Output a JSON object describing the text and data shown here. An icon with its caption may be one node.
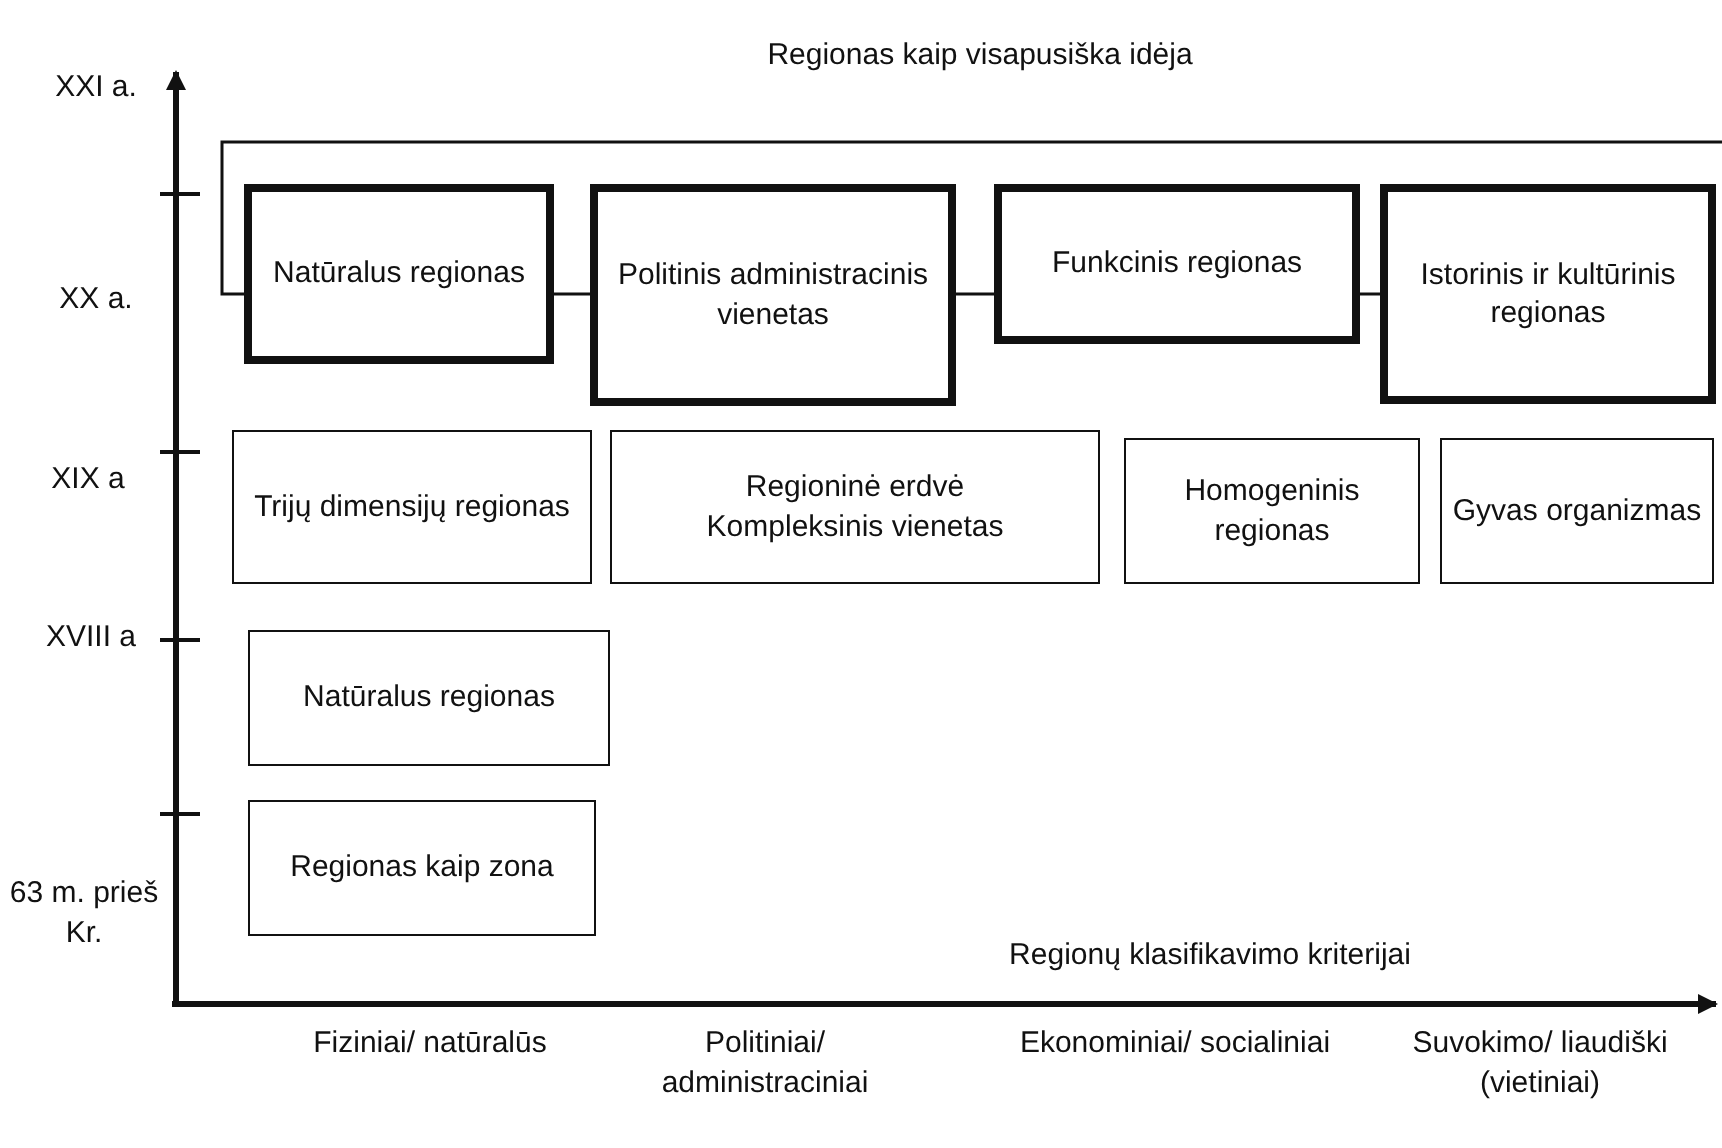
{
  "diagram": {
    "nodes": [
      {
        "text": [
          "Regionas kaip visapusiška idėja"
        ]
      },
      {
        "text": [
          "Natūralus regionas"
        ],
        "in": 0
      },
      {
        "text": [
          "Politinis administracinis vienetas"
        ],
        "in": 0
      },
      {
        "text": [
          "Funkcinis regionas"
        ],
        "in": 0
      },
      {
        "text": [
          "Istorinis ir kultūrinis regionas"
        ],
        "in": 0
      },
      {
        "text": [
          "Trijų dimensijų regionas"
        ]
      },
      {
        "text": [
          "Regioninė erdvė",
          "Kompleksinis vienetas"
        ]
      },
      {
        "text": [
          "Homogeninis regionas"
        ]
      },
      {
        "text": [
          "Gyvas organizmas"
        ]
      },
      {
        "text": [
          "Natūralus regionas"
        ]
      },
      {
        "text": [
          "Regionas kaip zona"
        ]
      }
    ],
    "edges": [
      {
        "from": 1,
        "to": 2,
        "arrow": "none"
      },
      {
        "from": 2,
        "to": 3,
        "arrow": "none"
      },
      {
        "from": 3,
        "to": 4,
        "arrow": "none"
      }
    ],
    "labels": [
      "XXI a.",
      "XX a.",
      "XIX a",
      "XVIII a",
      "63 m. prieš Kr.",
      "Regionų klasifikavimo kriterijai",
      "Fiziniai/ natūralūs",
      "Politiniai/ administraciniai",
      "Ekonominiai/ socialiniai",
      "Suvokimo/ liaudiški (vietiniai)"
    ]
  }
}
